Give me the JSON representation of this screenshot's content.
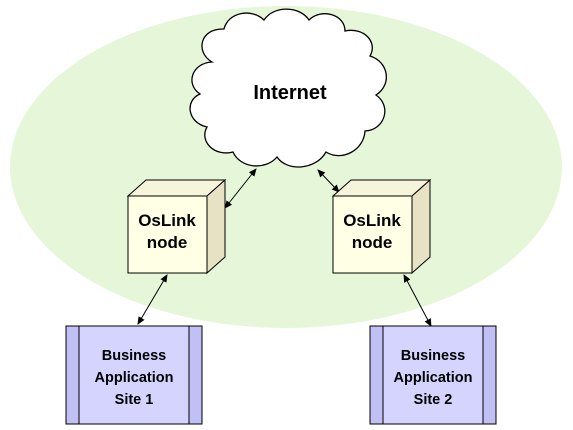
{
  "colors": {
    "background_ellipse": "#e6f7d9",
    "cloud_fill": "#ffffff",
    "node_front": "#ffffe6",
    "node_side": "#e8e2c4",
    "node_top": "#f7f4dc",
    "app_fill": "#d4d4ff",
    "app_stripe": "#c0c0f4",
    "outline": "#000000"
  },
  "internet": {
    "label": "Internet",
    "icon": "cloud-icon"
  },
  "nodes": [
    {
      "line1": "OsLink",
      "line2": "node",
      "icon": "cube-icon"
    },
    {
      "line1": "OsLink",
      "line2": "node",
      "icon": "cube-icon"
    }
  ],
  "apps": [
    {
      "line1": "Business",
      "line2": "Application",
      "line3": "Site 1"
    },
    {
      "line1": "Business",
      "line2": "Application",
      "line3": "Site 2"
    }
  ],
  "connectors": [
    {
      "from": "internet",
      "to": "node-1",
      "arrows": "both"
    },
    {
      "from": "internet",
      "to": "node-2",
      "arrows": "both"
    },
    {
      "from": "node-1",
      "to": "app-1",
      "arrows": "both"
    },
    {
      "from": "node-2",
      "to": "app-2",
      "arrows": "both"
    }
  ]
}
